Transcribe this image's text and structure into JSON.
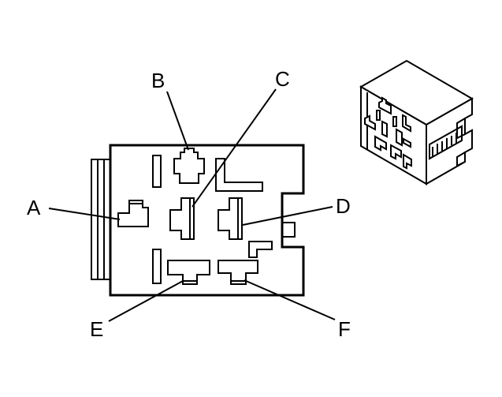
{
  "diagram": {
    "colors": {
      "stroke": "#000000",
      "background": "#ffffff"
    },
    "callouts": [
      {
        "id": "a",
        "label": "A"
      },
      {
        "id": "b",
        "label": "B"
      },
      {
        "id": "c",
        "label": "C"
      },
      {
        "id": "d",
        "label": "D"
      },
      {
        "id": "e",
        "label": "E"
      },
      {
        "id": "f",
        "label": "F"
      }
    ]
  }
}
